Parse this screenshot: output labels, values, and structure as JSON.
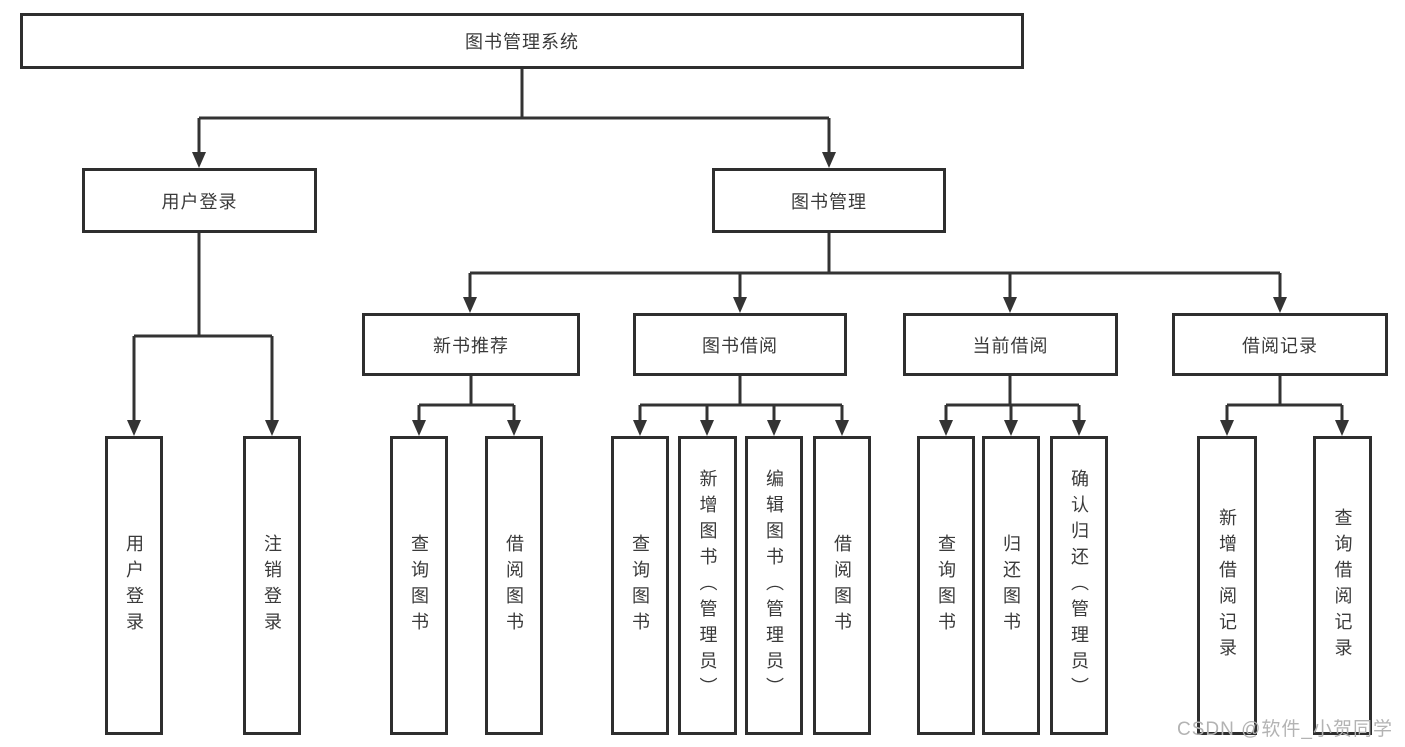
{
  "colors": {
    "line": "#333333",
    "box_border": "#2e2e2e",
    "text": "#3a3a3a",
    "watermark": "#b3b3b3",
    "background": "#ffffff"
  },
  "tree": {
    "root": {
      "label": "图书管理系统"
    },
    "level2": [
      {
        "label": "用户登录"
      },
      {
        "label": "图书管理"
      }
    ],
    "level3": [
      {
        "label": "新书推荐"
      },
      {
        "label": "图书借阅"
      },
      {
        "label": "当前借阅"
      },
      {
        "label": "借阅记录"
      }
    ],
    "leaves": {
      "user_login": [
        "用户登录",
        "注销登录"
      ],
      "new_book": [
        "查询图书",
        "借阅图书"
      ],
      "book_borrow": [
        "查询图书",
        "新增图书（管理员）",
        "编辑图书（管理员）",
        "借阅图书"
      ],
      "current_borrow": [
        "查询图书",
        "归还图书",
        "确认归还（管理员）"
      ],
      "borrow_record": [
        "新增借阅记录",
        "查询借阅记录"
      ]
    }
  },
  "watermark": {
    "text": "CSDN @软件_小贺同学"
  }
}
